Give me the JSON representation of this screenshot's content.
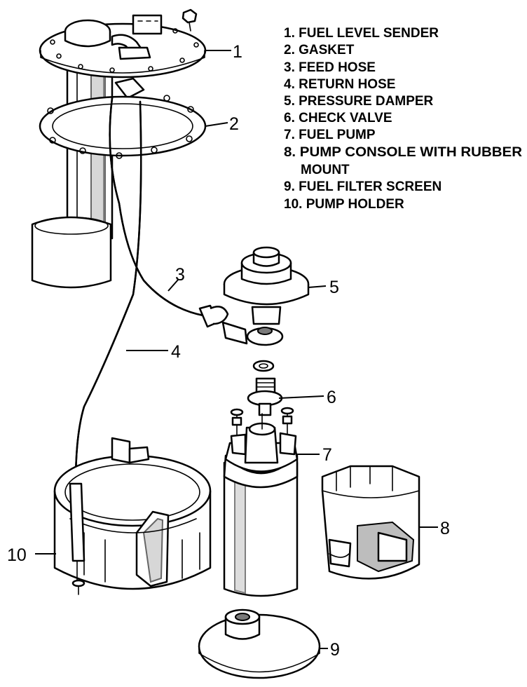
{
  "legend": {
    "items": [
      "1. FUEL LEVEL SENDER",
      "2. GASKET",
      "3. FEED HOSE",
      "4. RETURN HOSE",
      "5. PRESSURE DAMPER",
      "6. CHECK VALVE",
      "7. FUEL PUMP",
      "8. PUMP CONSOLE WITH RUBBER",
      "MOUNT",
      "9. FUEL FILTER SCREEN",
      "10. PUMP HOLDER"
    ]
  },
  "callouts": [
    "1",
    "2",
    "3",
    "4",
    "5",
    "6",
    "7",
    "8",
    "9",
    "10"
  ]
}
